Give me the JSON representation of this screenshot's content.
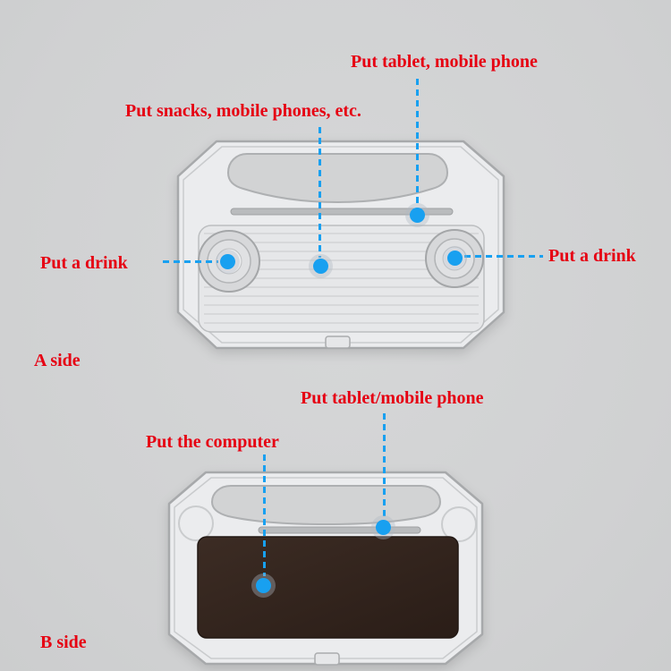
{
  "colors": {
    "annotation_red": "#e60012",
    "marker_blue": "#18a0f0",
    "background_gray": "#d2d3d4",
    "tray_gray": "#ebecee",
    "pad_brown": "#30231d"
  },
  "side_a": {
    "label": "A side",
    "callout_tablet": "Put tablet, mobile phone",
    "callout_snacks": "Put snacks, mobile phones, etc.",
    "callout_drink_left": "Put a drink",
    "callout_drink_right": "Put a drink"
  },
  "side_b": {
    "label": "B side",
    "callout_tablet": "Put tablet/mobile phone",
    "callout_computer": "Put the computer"
  }
}
